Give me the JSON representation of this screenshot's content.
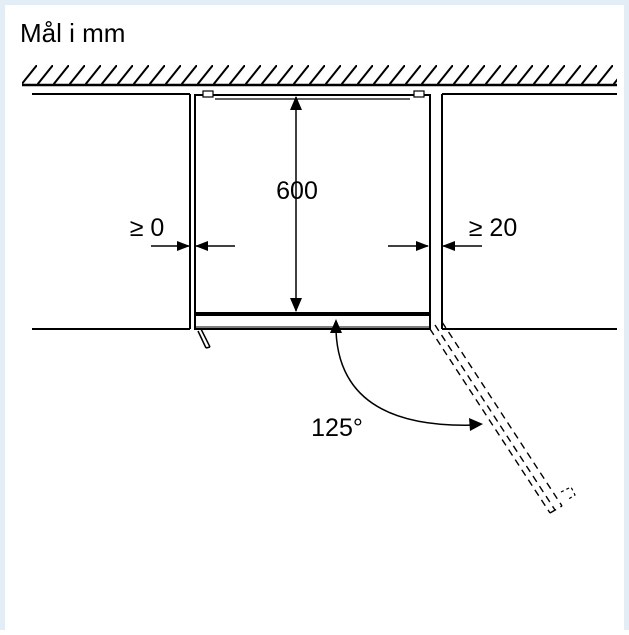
{
  "diagram": {
    "title": "Mål i mm",
    "dimensions": {
      "depth": "600",
      "left_gap": "≥ 0",
      "right_gap": "≥ 20",
      "door_angle": "125°"
    }
  }
}
